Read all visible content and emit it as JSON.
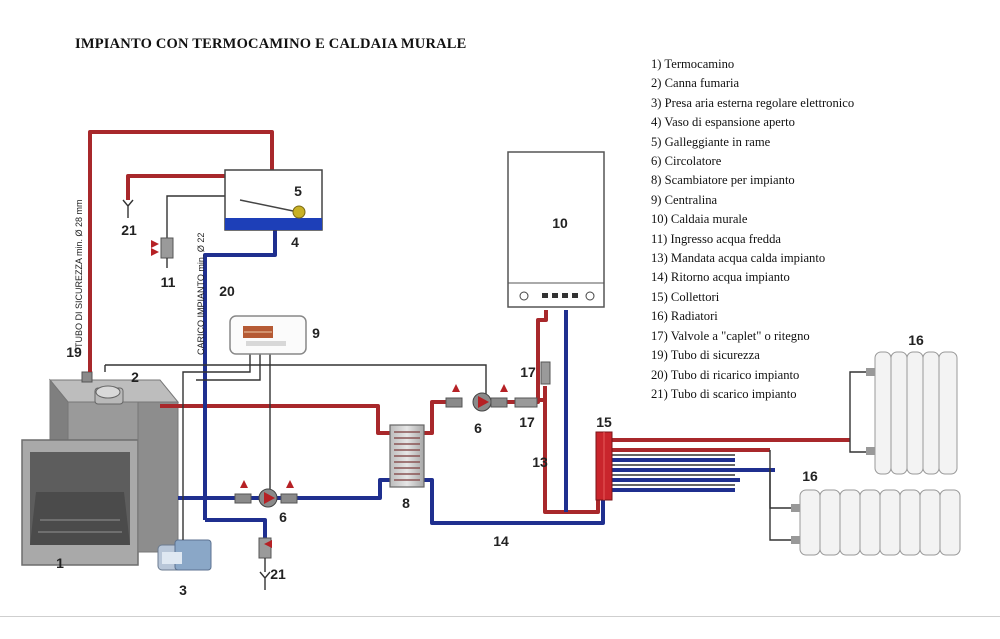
{
  "title": "IMPIANTO CON TERMOCAMINO E CALDAIA MURALE",
  "legend": [
    "1) Termocamino",
    "2) Canna fumaria",
    "3) Presa aria esterna regolare elettronico",
    "4) Vaso di espansione aperto",
    "5) Galleggiante in rame",
    "6) Circolatore",
    "8) Scambiatore per impianto",
    "9) Centralina",
    "10) Caldaia murale",
    "11) Ingresso acqua fredda",
    "13) Mandata acqua calda impianto",
    "14) Ritorno acqua impianto",
    "15) Collettori",
    "16) Radiatori",
    "17) Valvole a \"caplet\" o ritegno",
    "19) Tubo di sicurezza",
    "20) Tubo di ricarico impianto",
    "21) Tubo di scarico impianto"
  ],
  "pipe_labels": {
    "safety_pipe": "TUBO DI SICUREZZA min. Ø 28 mm",
    "fill_pipe": "CARICO IMPIANTO min. Ø 22"
  },
  "numbers": {
    "n1": "1",
    "n2": "2",
    "n3": "3",
    "n4": "4",
    "n5": "5",
    "n6a": "6",
    "n6b": "6",
    "n8": "8",
    "n9": "9",
    "n10": "10",
    "n11": "11",
    "n13": "13",
    "n14": "14",
    "n15": "15",
    "n16a": "16",
    "n16b": "16",
    "n17a": "17",
    "n17b": "17",
    "n19": "19",
    "n20": "20",
    "n21a": "21",
    "n21b": "21"
  },
  "colors": {
    "hot_pipe": "#a8282b",
    "cold_pipe": "#1f2f8f",
    "thin_line": "#333333",
    "fireplace": "#8c8c8c",
    "radiator": "#f3f3f3"
  }
}
